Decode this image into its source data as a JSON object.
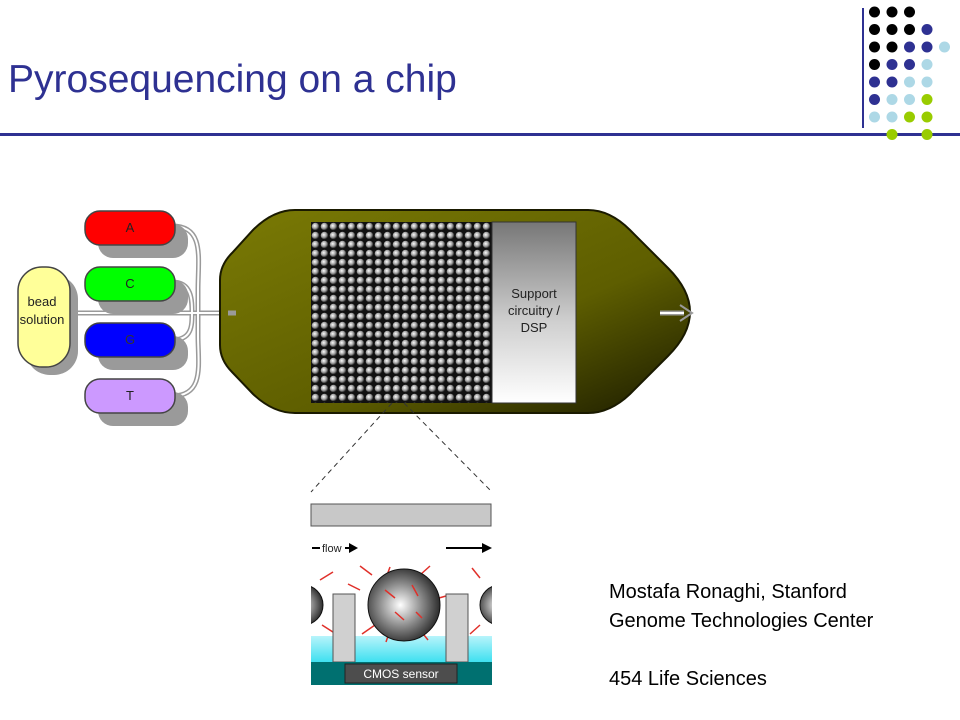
{
  "slide": {
    "title": "Pyrosequencing on a chip"
  },
  "colors": {
    "title": "#2e3192",
    "dot_black": "#000000",
    "dot_navy": "#2e3192",
    "dot_lightblue": "#add8e6",
    "dot_green": "#99cc00",
    "reagent_a": "#ff0000",
    "reagent_c": "#00ff00",
    "reagent_g": "#0000ff",
    "reagent_t": "#cc99ff",
    "bead_solution": "#ffff99",
    "chip_body": "#6b6b00",
    "cmos": "#007070"
  },
  "diagram": {
    "bead_label_line1": "bead",
    "bead_label_line2": "solution",
    "reagents": [
      {
        "label": "A"
      },
      {
        "label": "C"
      },
      {
        "label": "G"
      },
      {
        "label": "T"
      }
    ],
    "support_line1": "Support",
    "support_line2": "circuitry /",
    "support_line3": "DSP",
    "flow_label": "flow",
    "cmos_label": "CMOS sensor"
  },
  "credits": [
    "Mostafa Ronaghi, Stanford",
    "Genome Technologies Center",
    "",
    "454 Life Sciences"
  ]
}
